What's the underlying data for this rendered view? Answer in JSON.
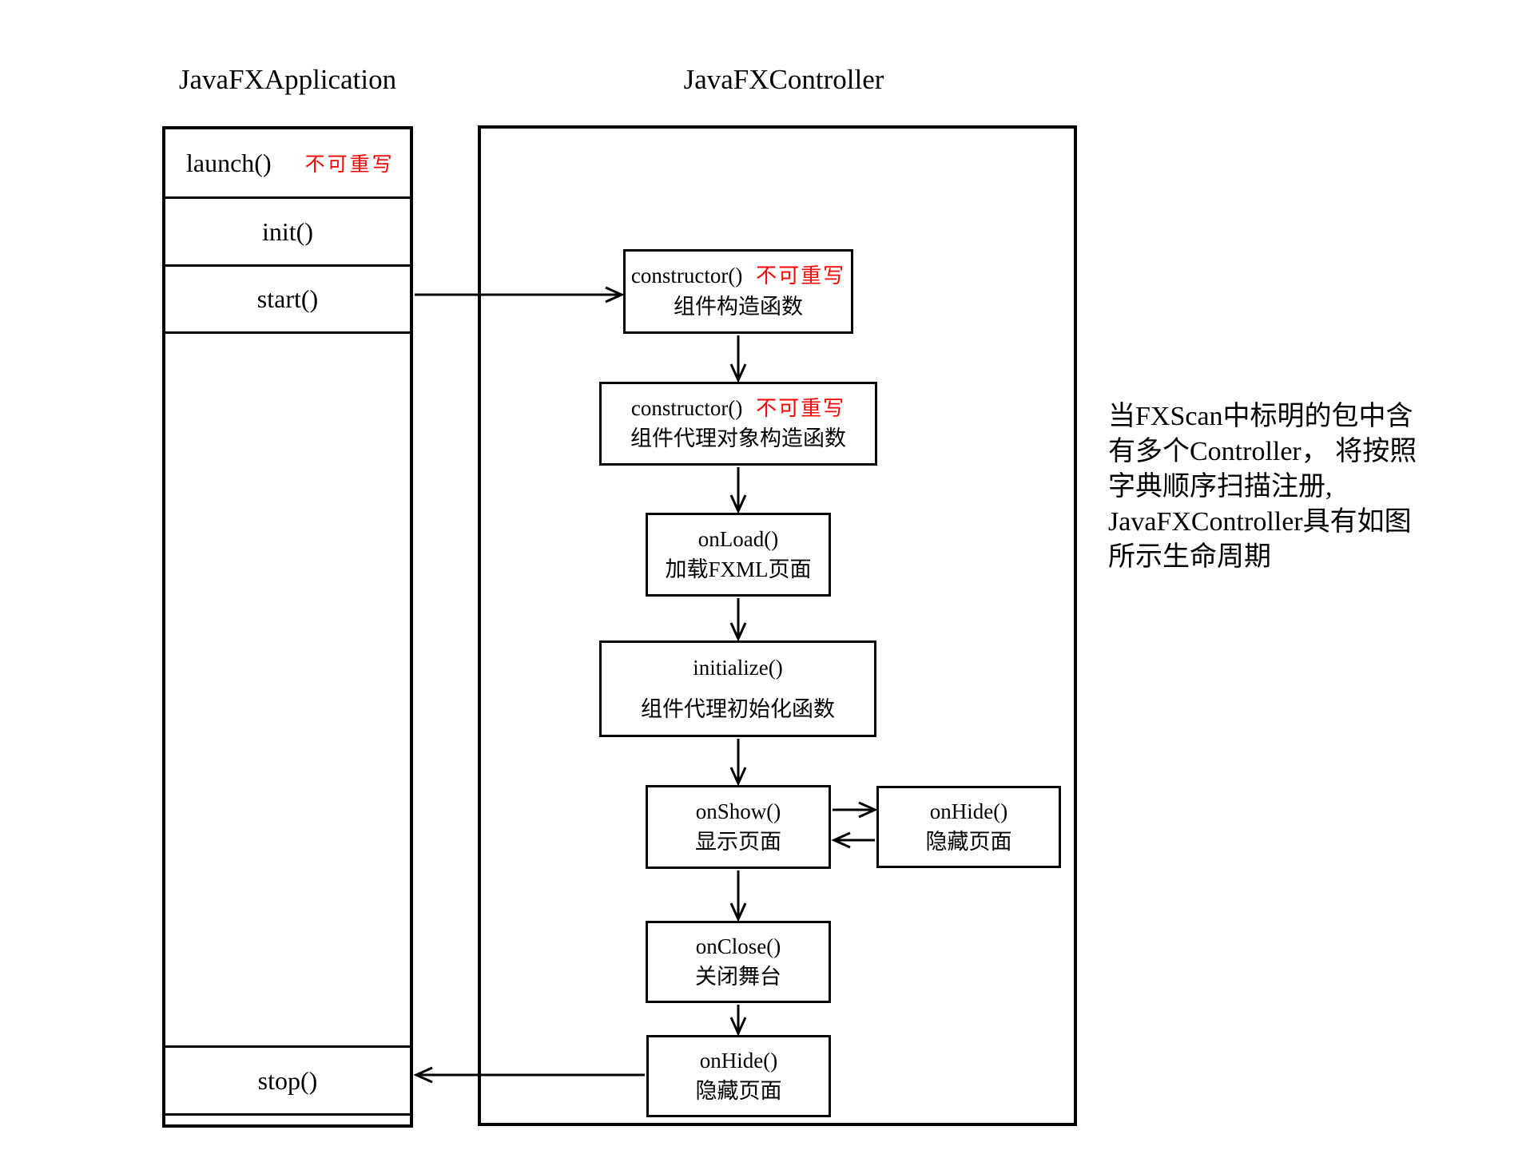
{
  "titles": {
    "app": "JavaFXApplication",
    "controller": "JavaFXController"
  },
  "app_rows": {
    "launch": {
      "label": "launch()",
      "annotation": "不可重写"
    },
    "init": {
      "label": "init()"
    },
    "start": {
      "label": "start()"
    },
    "stop": {
      "label": "stop()"
    }
  },
  "nodes": {
    "ctor1": {
      "title": "constructor()",
      "annotation": "不可重写",
      "subtitle": "组件构造函数"
    },
    "ctor2": {
      "title": "constructor()",
      "annotation": "不可重写",
      "subtitle": "组件代理对象构造函数"
    },
    "onload": {
      "title": "onLoad()",
      "subtitle": "加载FXML页面"
    },
    "initialize": {
      "title": "initialize()",
      "subtitle": "组件代理初始化函数"
    },
    "onshow": {
      "title": "onShow()",
      "subtitle": "显示页面"
    },
    "onhide_right": {
      "title": "onHide()",
      "subtitle": "隐藏页面"
    },
    "onclose": {
      "title": "onClose()",
      "subtitle": "关闭舞台"
    },
    "onhide_bottom": {
      "title": "onHide()",
      "subtitle": "隐藏页面"
    }
  },
  "note": {
    "lines": [
      "当FXScan中标明的包中含",
      "有多个Controller， 将按照",
      "字典顺序扫描注册,",
      "JavaFXController具有如图",
      "所示生命周期"
    ]
  },
  "colors": {
    "annotation_red": "#ff0000",
    "line_black": "#000000"
  }
}
